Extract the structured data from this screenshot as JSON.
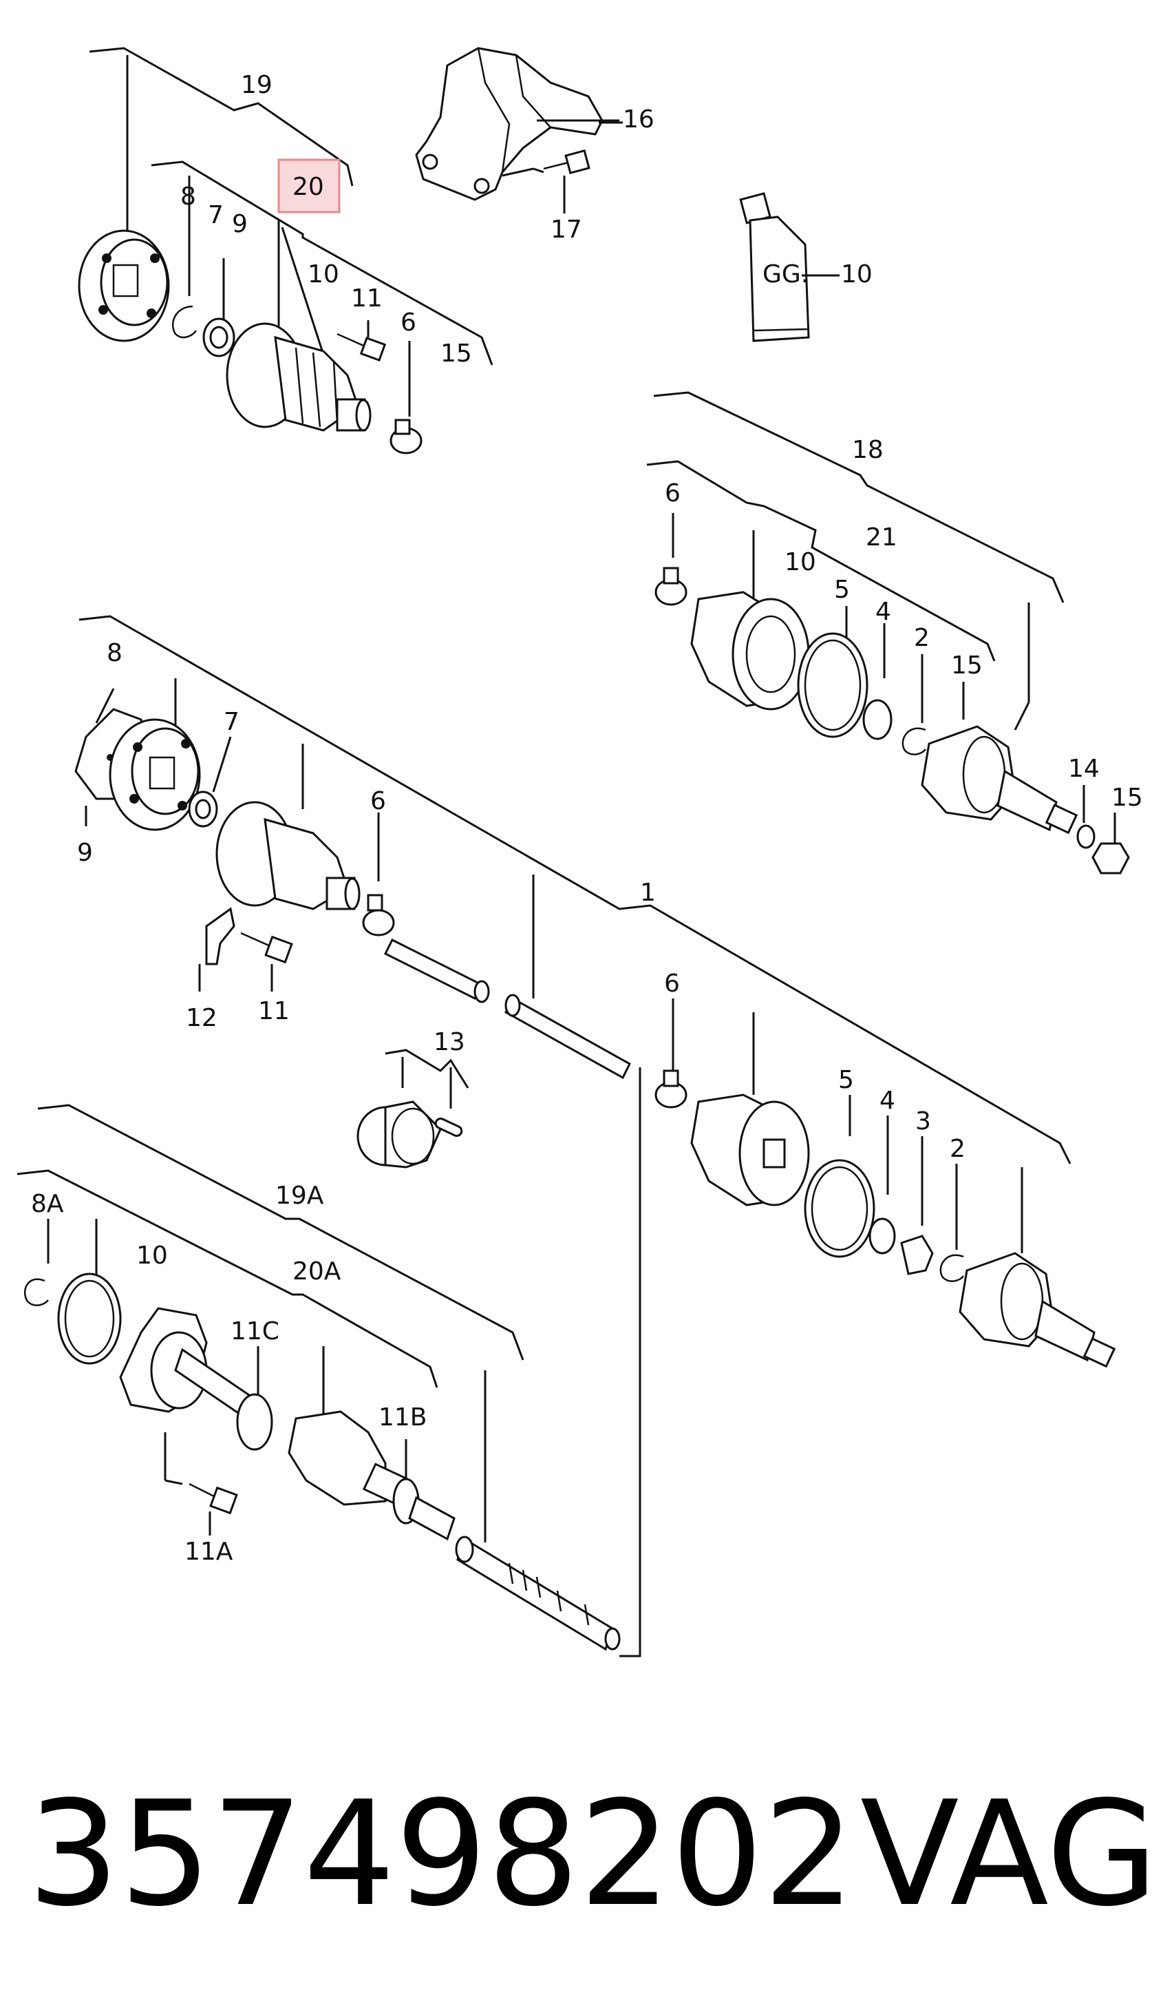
{
  "diagram": {
    "highlight_color": "#e58a8a",
    "highlight_fill": "#f9dada",
    "callouts": [
      {
        "id": "c19",
        "text": "19"
      },
      {
        "id": "c20",
        "text": "20"
      },
      {
        "id": "c8a",
        "text": "8"
      },
      {
        "id": "c7a",
        "text": "7"
      },
      {
        "id": "c9a",
        "text": "9"
      },
      {
        "id": "c10a",
        "text": "10"
      },
      {
        "id": "c11a",
        "text": "11"
      },
      {
        "id": "c6a",
        "text": "6"
      },
      {
        "id": "c15a",
        "text": "15"
      },
      {
        "id": "c16",
        "text": "16"
      },
      {
        "id": "c17",
        "text": "17"
      },
      {
        "id": "c10b",
        "text": "10"
      },
      {
        "id": "c18",
        "text": "18"
      },
      {
        "id": "c6b",
        "text": "6"
      },
      {
        "id": "c10c",
        "text": "10"
      },
      {
        "id": "c21",
        "text": "21"
      },
      {
        "id": "c5a",
        "text": "5"
      },
      {
        "id": "c4a",
        "text": "4"
      },
      {
        "id": "c2a",
        "text": "2"
      },
      {
        "id": "c15b",
        "text": "15"
      },
      {
        "id": "c14",
        "text": "14"
      },
      {
        "id": "c15c",
        "text": "15"
      },
      {
        "id": "c8b",
        "text": "8"
      },
      {
        "id": "c7b",
        "text": "7"
      },
      {
        "id": "c9b",
        "text": "9"
      },
      {
        "id": "c6c",
        "text": "6"
      },
      {
        "id": "c1",
        "text": "1"
      },
      {
        "id": "c12",
        "text": "12"
      },
      {
        "id": "c11b",
        "text": "11"
      },
      {
        "id": "c13",
        "text": "13"
      },
      {
        "id": "c6d",
        "text": "6"
      },
      {
        "id": "c5b",
        "text": "5"
      },
      {
        "id": "c4b",
        "text": "4"
      },
      {
        "id": "c3",
        "text": "3"
      },
      {
        "id": "c2b",
        "text": "2"
      },
      {
        "id": "c8A",
        "text": "8A"
      },
      {
        "id": "c19A",
        "text": "19A"
      },
      {
        "id": "c10d",
        "text": "10"
      },
      {
        "id": "c20A",
        "text": "20A"
      },
      {
        "id": "c11C",
        "text": "11C"
      },
      {
        "id": "c11B",
        "text": "11B"
      },
      {
        "id": "c11A",
        "text": "11A"
      }
    ],
    "grease_tube_text": "GG."
  },
  "footer": {
    "part_number": "357498202",
    "brand": "VAG"
  }
}
